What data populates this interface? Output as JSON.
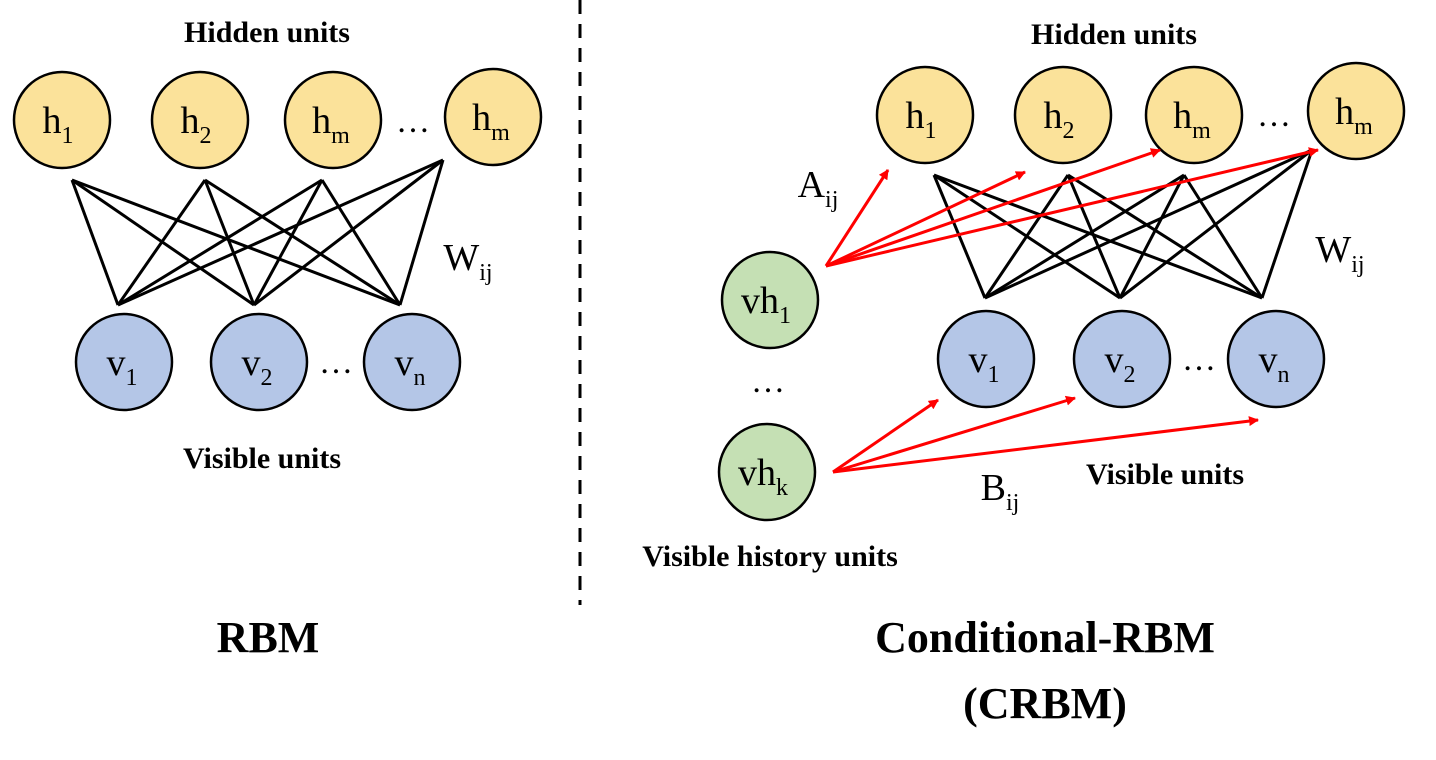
{
  "rbm": {
    "hidden_label": "Hidden units",
    "visible_label": "Visible units",
    "weight_label": {
      "base": "W",
      "sub": "ij"
    },
    "hidden_nodes": [
      {
        "base": "h",
        "sub": "1"
      },
      {
        "base": "h",
        "sub": "2"
      },
      {
        "base": "h",
        "sub": "m"
      },
      {
        "base": "h",
        "sub": "m"
      }
    ],
    "visible_nodes": [
      {
        "base": "v",
        "sub": "1"
      },
      {
        "base": "v",
        "sub": "2"
      },
      {
        "base": "v",
        "sub": "n"
      }
    ],
    "ellipsis": "…",
    "title": "RBM"
  },
  "crbm": {
    "hidden_label": "Hidden units",
    "visible_label": "Visible units",
    "history_label": "Visible history units",
    "weight_label": {
      "base": "W",
      "sub": "ij"
    },
    "a_label": {
      "base": "A",
      "sub": "ij"
    },
    "b_label": {
      "base": "B",
      "sub": "ij"
    },
    "hidden_nodes": [
      {
        "base": "h",
        "sub": "1"
      },
      {
        "base": "h",
        "sub": "2"
      },
      {
        "base": "h",
        "sub": "m"
      },
      {
        "base": "h",
        "sub": "m"
      }
    ],
    "visible_nodes": [
      {
        "base": "v",
        "sub": "1"
      },
      {
        "base": "v",
        "sub": "2"
      },
      {
        "base": "v",
        "sub": "n"
      }
    ],
    "history_nodes": [
      {
        "base": "vh",
        "sub": "1"
      },
      {
        "base": "vh",
        "sub": "k"
      }
    ],
    "ellipsis": "…",
    "title_line1": "Conditional-RBM",
    "title_line2": "(CRBM)"
  },
  "colors": {
    "hidden_fill": "#fbe29a",
    "visible_fill": "#b4c6e7",
    "history_fill": "#c5e0b4",
    "node_stroke": "#000000",
    "edge": "#000000",
    "arrow": "#ff0000"
  }
}
